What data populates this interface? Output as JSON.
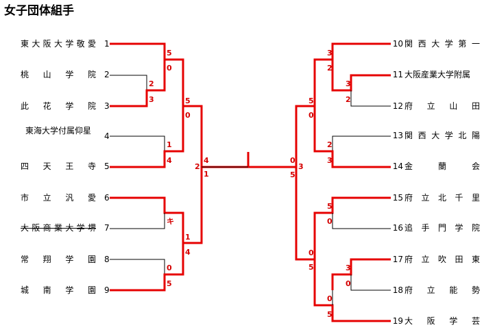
{
  "title": "女子団体組手",
  "left_teams": [
    {
      "num": "1",
      "name": "東大阪大学敬愛"
    },
    {
      "num": "2",
      "name": "桃山学院"
    },
    {
      "num": "3",
      "name": "此花学院"
    },
    {
      "num": "4",
      "name": "東海大学付属仰星"
    },
    {
      "num": "5",
      "name": "四天王寺"
    },
    {
      "num": "6",
      "name": "市立汎愛"
    },
    {
      "num": "7",
      "name": "大阪商業大学堺"
    },
    {
      "num": "8",
      "name": "常翔学園"
    },
    {
      "num": "9",
      "name": "城南学園"
    }
  ],
  "right_teams": [
    {
      "num": "10",
      "name": "関西大学第一"
    },
    {
      "num": "11",
      "name": "大阪産業大学附属"
    },
    {
      "num": "12",
      "name": "府立山田"
    },
    {
      "num": "13",
      "name": "関西大学北陽"
    },
    {
      "num": "14",
      "name": "金蘭会"
    },
    {
      "num": "15",
      "name": "府立北千里"
    },
    {
      "num": "16",
      "name": "追手門学院"
    },
    {
      "num": "17",
      "name": "府立吹田東"
    },
    {
      "num": "18",
      "name": "府立能勢"
    },
    {
      "num": "19",
      "name": "大阪学芸"
    }
  ],
  "scores": {
    "l_m23_a": "2",
    "l_m23_b": "3",
    "l_m6_7": "キ",
    "l_m8_9_a": "0",
    "l_m8_9_b": "5",
    "l_q1_a": "5",
    "l_q1_b": "0",
    "l_q2_a": "1",
    "l_q2_b": "4",
    "l_q3_a": "1",
    "l_q3_b": "4",
    "l_s_a": "5",
    "l_s_b": "0",
    "l_f_a": "2",
    "l_f_b": "4",
    "l_f_c": "1",
    "c_f_a": "0",
    "c_f_b": "3",
    "c_f_c": "5",
    "r_m11_12_a": "3",
    "r_m11_12_b": "2",
    "r_q1_a": "3",
    "r_q1_b": "2",
    "r_q2_a": "2",
    "r_q2_b": "3",
    "r_q3_a": "5",
    "r_q3_b": "0",
    "r_m17_18_a": "3",
    "r_m17_18_b": "0",
    "r_q4_a": "0",
    "r_q4_b": "5",
    "r_s1_a": "5",
    "r_s1_b": "0",
    "r_s2_a": "0",
    "r_s2_b": "5"
  }
}
